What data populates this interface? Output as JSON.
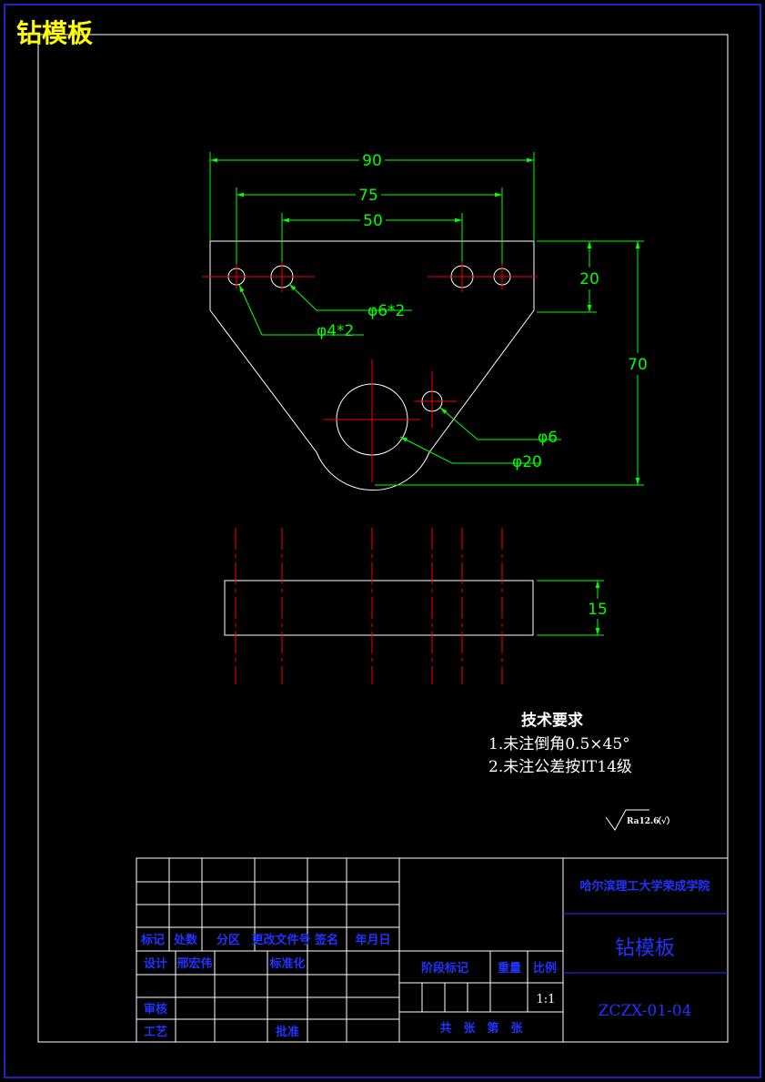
{
  "drawing_title": "钻模板",
  "dimensions": {
    "overall_width": "90",
    "hole_spacing_outer": "75",
    "hole_spacing_inner": "50",
    "hole_row_offset": "20",
    "overall_height": "70",
    "thickness": "15",
    "holes_large_pair": "φ6*2",
    "holes_small_pair": "φ4*2",
    "hole_small_lower": "φ6",
    "hole_center": "φ20"
  },
  "technical_requirements": {
    "heading": "技术要求",
    "items": [
      "1.未注倒角0.5×45°",
      "2.未注公差按IT14级"
    ]
  },
  "roughness": {
    "value": "Ra12.6",
    "suffix": "（√）"
  },
  "title_block": {
    "school": "哈尔滨理工大学荣成学院",
    "part_name": "钻模板",
    "drawing_code": "ZCZX-01-04",
    "scale": "1:1",
    "stage_mark": "阶段标记",
    "weight": "重量",
    "scale_label": "比例",
    "sheets": "共　张　第　张",
    "revision_headers": [
      "标记",
      "处数",
      "分区",
      "更改文件号",
      "签名",
      "年月日"
    ],
    "design_label": "设计",
    "designer": "邢宏伟",
    "standardize_label": "标准化",
    "review_label": "审核",
    "process_label": "工艺",
    "approve_label": "批准"
  },
  "colors": {
    "outline": "#ffffff",
    "dimension": "#00ff00",
    "centerline": "#ff0000",
    "title_block": "#2233ff",
    "border": "#2233ff",
    "title": "#ffff00"
  }
}
